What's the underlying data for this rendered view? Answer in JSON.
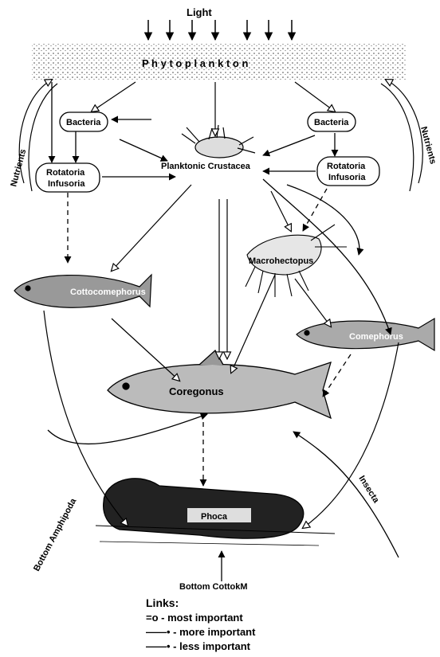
{
  "labels": {
    "light": "Light",
    "phytoplankton": "P h y t o p l a n k t o n",
    "nutrients_left": "Nutrients",
    "nutrients_right": "Nutrients",
    "bacteria_left": "Bacteria",
    "bacteria_right": "Bacteria",
    "rotatoria_left_1": "Rotatoria",
    "rotatoria_left_2": "Infusoria",
    "rotatoria_right_1": "Rotatoria",
    "rotatoria_right_2": "Infusoria",
    "crustacea": "Planktonic Crustacea",
    "macrohectopus": "Macrohectopus",
    "cottocomephorus": "Cottocomephorus",
    "comephorus": "Comephorus",
    "coregonus": "Coregonus",
    "phoca": "Phoca",
    "bottom_amphipoda": "Bottom Amphipoda",
    "insecta": "Insecta",
    "bottom_cottoidei": "Bottom CottokM"
  },
  "legend": {
    "title": "Links:",
    "most": "=o  -  most  important",
    "more": "——• - more important",
    "less": "——• - less important"
  }
}
